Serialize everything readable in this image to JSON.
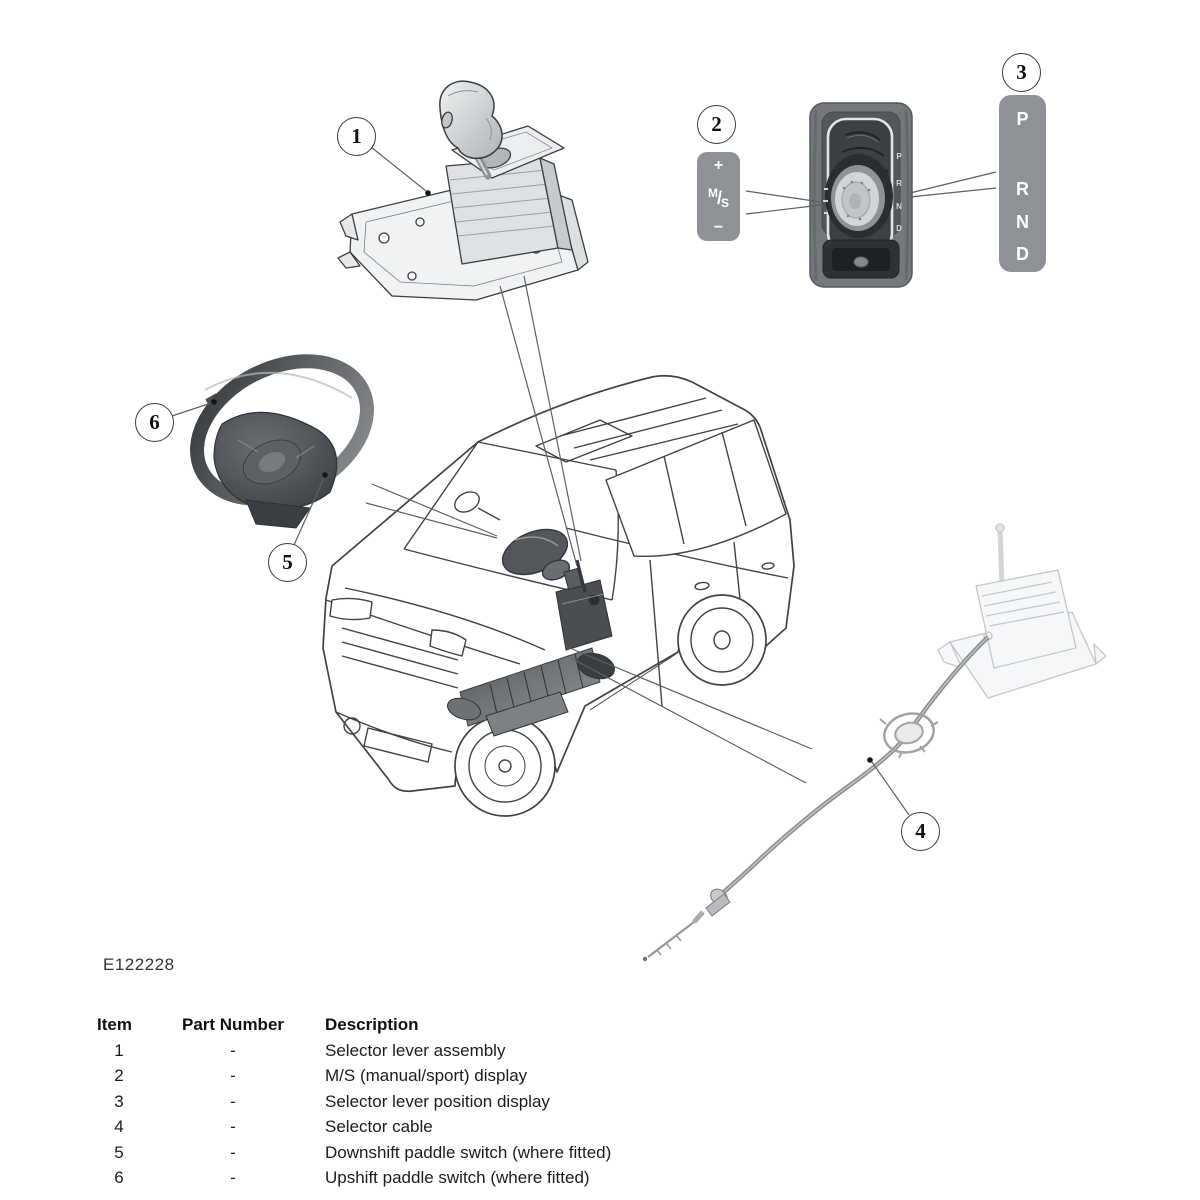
{
  "figure_code": "E122228",
  "callouts": [
    "1",
    "2",
    "3",
    "4",
    "5",
    "6"
  ],
  "ms_display": {
    "plus": "+",
    "m": "M",
    "slash": "/",
    "s": "S",
    "minus": "−"
  },
  "prnd_display": {
    "p": "P",
    "r": "R",
    "n": "N",
    "d": "D"
  },
  "console_gate_letters": [
    "P",
    "R",
    "N",
    "D"
  ],
  "parts_table": {
    "headers": {
      "item": "Item",
      "part": "Part Number",
      "desc": "Description"
    },
    "rows": [
      {
        "item": "1",
        "part": "-",
        "desc": "Selector lever assembly"
      },
      {
        "item": "2",
        "part": "-",
        "desc": "M/S (manual/sport) display"
      },
      {
        "item": "3",
        "part": "-",
        "desc": "Selector lever position display"
      },
      {
        "item": "4",
        "part": "-",
        "desc": "Selector cable"
      },
      {
        "item": "5",
        "part": "-",
        "desc": "Downshift paddle switch (where fitted)"
      },
      {
        "item": "6",
        "part": "-",
        "desc": "Upshift paddle switch (where fitted)"
      }
    ]
  },
  "colors": {
    "badge_bg": "#8e9297",
    "badge_text": "#ffffff",
    "line_art": "#3f4347",
    "ghost_line": "#c3c7ca",
    "callout_border": "#3c3c3c",
    "console_panel": "#74787c",
    "console_dark": "#2e3236"
  }
}
